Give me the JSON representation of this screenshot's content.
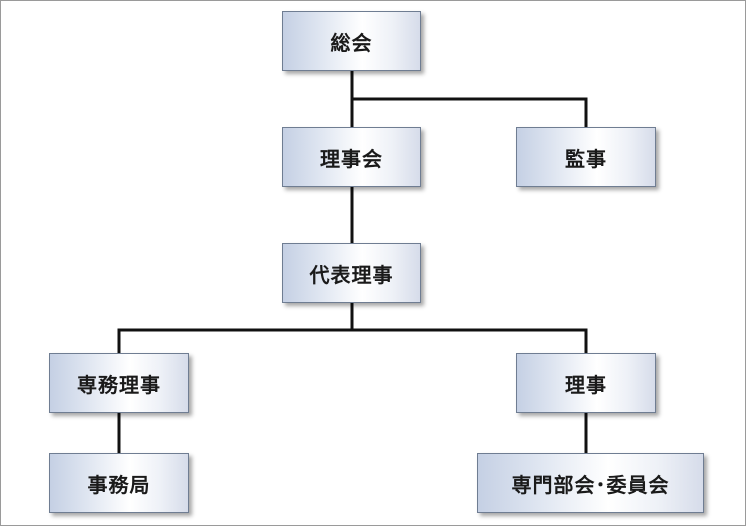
{
  "org_chart": {
    "general_assembly": "総会",
    "board": "理事会",
    "auditor": "監事",
    "representative": "代表理事",
    "executive_director": "専務理事",
    "director": "理事",
    "secretariat": "事務局",
    "committees": "専門部会･委員会"
  },
  "colors": {
    "line": "#111111",
    "box_border": "#6f7d92",
    "box_gradient_edge": "#c5d0e4",
    "box_gradient_center": "#ffffff"
  }
}
